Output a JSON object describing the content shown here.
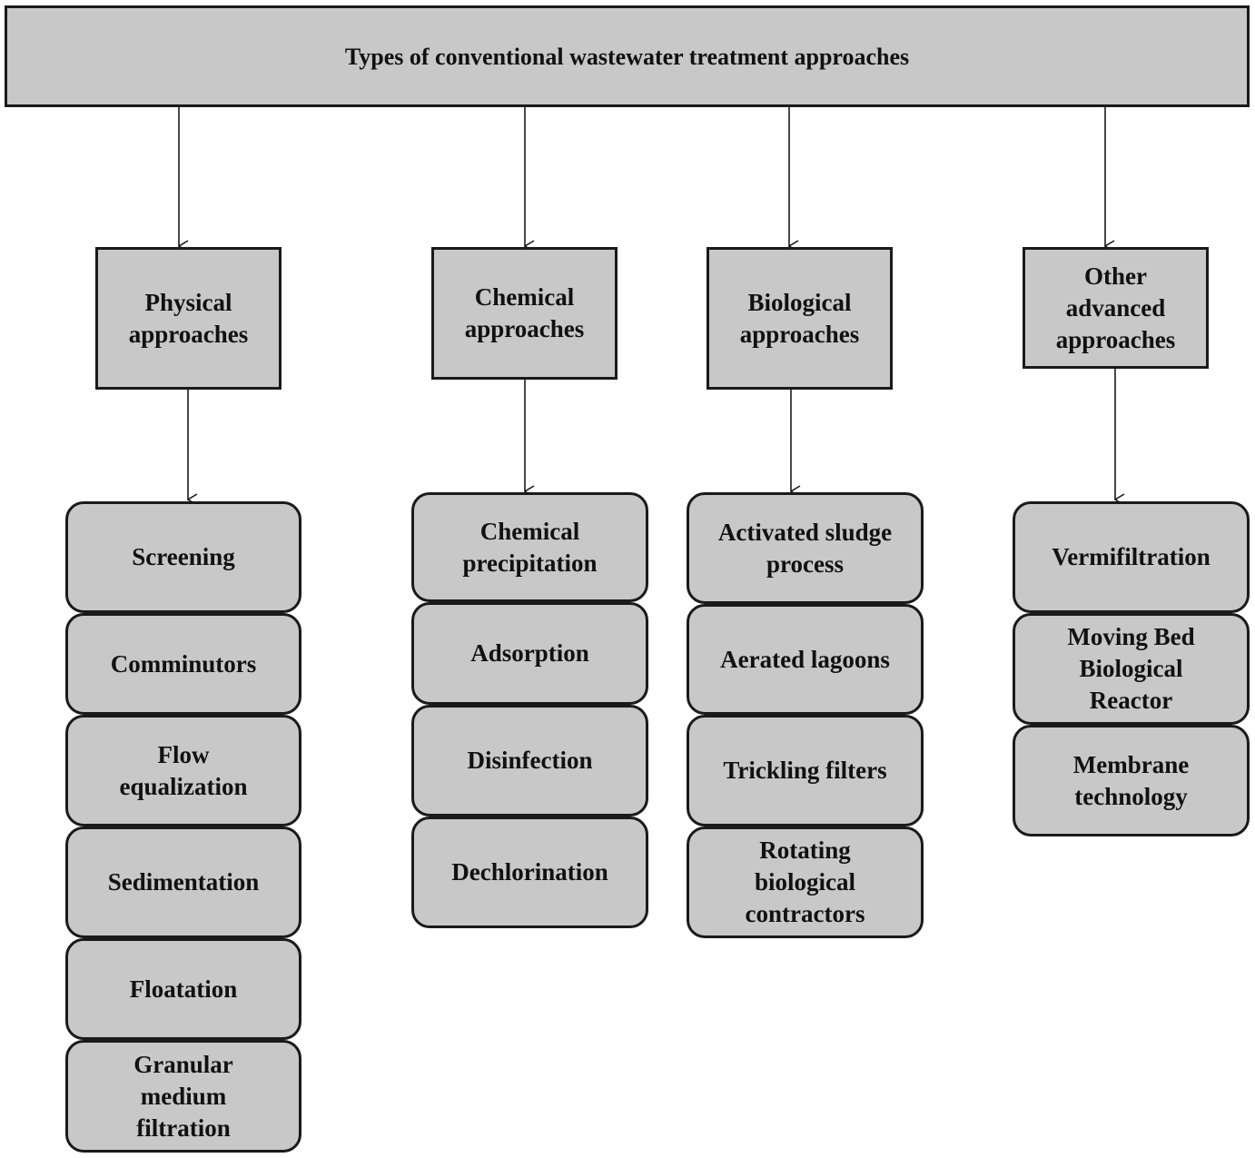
{
  "title": "Types of conventional wastewater treatment approaches",
  "categories": [
    {
      "label": "Physical\napproaches",
      "items": [
        "Screening",
        "Comminutors",
        "Flow\nequalization",
        "Sedimentation",
        "Floatation",
        "Granular\nmedium\nfiltration"
      ]
    },
    {
      "label": "Chemical\napproaches",
      "items": [
        "Chemical\nprecipitation",
        "Adsorption",
        "Disinfection",
        "Dechlorination"
      ]
    },
    {
      "label": "Biological\napproaches",
      "items": [
        "Activated sludge\nprocess",
        "Aerated lagoons",
        "Trickling filters",
        "Rotating\nbiological\ncontractors"
      ]
    },
    {
      "label": "Other\nadvanced\napproaches",
      "items": [
        "Vermifiltration",
        "Moving Bed\nBiological\nReactor",
        "Membrane\ntechnology"
      ]
    }
  ],
  "colors": {
    "box_fill": "#c8c8c8",
    "border": "#1a1a1a",
    "text": "#111111"
  }
}
